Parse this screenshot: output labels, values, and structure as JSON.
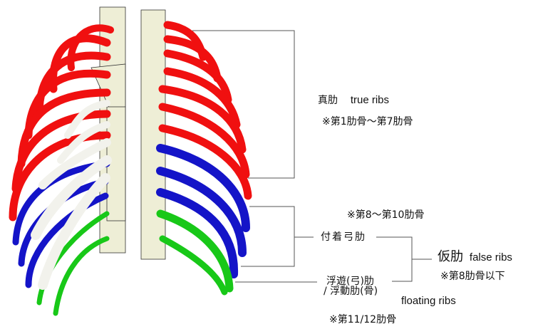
{
  "colors": {
    "true_ribs": "#f01010",
    "false_attached": "#1414c8",
    "floating": "#18c818",
    "cartilage": "#f2f2ec",
    "bone": "#eeeed6",
    "leader": "#555555"
  },
  "true_ribs": {
    "ja": "真肋",
    "en": "true ribs",
    "note": "※第1肋骨～第7肋骨"
  },
  "attached": {
    "note": "※第8～第10肋骨",
    "ja": "付着弓肋"
  },
  "false_ribs": {
    "ja": "仮肋",
    "en": "false ribs",
    "note": "※第8肋骨以下"
  },
  "floating": {
    "ja_line1": "浮遊(弓)肋",
    "ja_line2": "/ 浮動肋(骨)",
    "en": "floating ribs",
    "note": "※第11/12肋骨"
  }
}
